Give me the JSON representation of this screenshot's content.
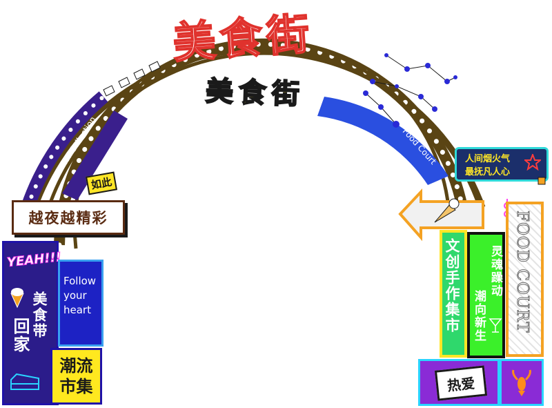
{
  "title": {
    "main": "美食街",
    "sub": "美食街"
  },
  "arch": {
    "ribbon_left": "Star Collection",
    "ribbon_right": "Food Court",
    "tag_ruci": "如此"
  },
  "left_signs": {
    "night_banner": "越夜越精彩",
    "yeah": "YEAH!!!",
    "food_belt": "美食带",
    "go_home": "回家",
    "follow": [
      "Follow",
      "your",
      "heart"
    ],
    "trend_market": [
      "潮流",
      "市集"
    ]
  },
  "right_signs": {
    "smoke_line1": "人间烟火气",
    "smoke_line2": "最抚凡人心",
    "creative_market": "文创手作集市",
    "soul_move": "灵魂躁动",
    "trend_new": "潮向新生",
    "food_court_vertical": "FOOD COURT",
    "love": "热爱"
  },
  "colors": {
    "arch_brown": "#5a4414",
    "ribbon_purple": "#3a1f8c",
    "ribbon_blue": "#2a4fe0",
    "title_red": "#e0322d",
    "title_yellow": "#ffe626",
    "neon_green": "#3bf02a",
    "sign_purple": "#8a2bd6",
    "frame_orange": "#f4a223"
  },
  "icons": [
    "ice-cream-icon",
    "cake-icon",
    "star-icon",
    "coffee-cup-icon",
    "lobster-icon",
    "arrow-sign-icon",
    "kebab-icon",
    "cocktail-icon"
  ]
}
